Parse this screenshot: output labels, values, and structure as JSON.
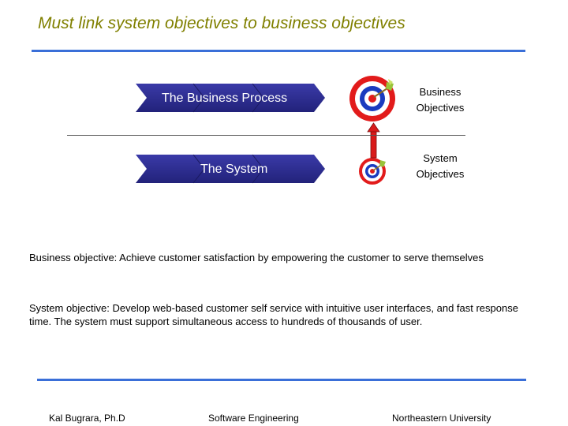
{
  "slide": {
    "title": "Must link system objectives to business objectives"
  },
  "diagram": {
    "process_label": "The Business Process",
    "system_label": "The System",
    "business_objectives": [
      "Business",
      "Objectives"
    ],
    "system_objectives": [
      "System",
      "Objectives"
    ],
    "colors": {
      "banner": "#2c2c8c",
      "target_red": "#e21b1b",
      "target_blue": "#1b3bbf",
      "arrow": "#d91a1a",
      "rule": "#3a6fd8",
      "title": "#808000"
    }
  },
  "text": {
    "business_objective": "Business objective: Achieve customer satisfaction by empowering the customer to serve themselves",
    "system_objective": "System objective: Develop web-based customer self service with intuitive user interfaces, and fast response time. The system must support simultaneous access to hundreds of thousands of user."
  },
  "footer": {
    "author": "Kal Bugrara, Ph.D",
    "course": "Software Engineering",
    "institution": "Northeastern University"
  }
}
